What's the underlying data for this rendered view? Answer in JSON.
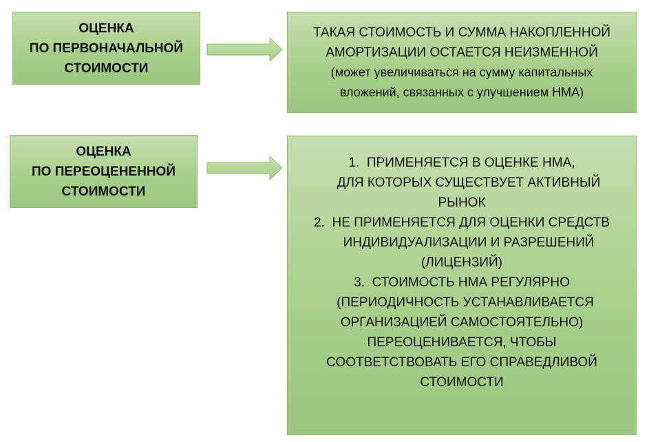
{
  "left_boxes": [
    {
      "lines": [
        "ОЦЕНКА",
        "ПО ПЕРВОНАЧАЛЬНОЙ",
        "СТОИМОСТИ"
      ]
    },
    {
      "lines": [
        "ОЦЕНКА",
        "ПО ПЕРЕОЦЕНЕННОЙ",
        "СТОИМОСТИ"
      ]
    }
  ],
  "right_box_1": {
    "lines": [
      "ТАКАЯ СТОИМОСТЬ И СУММА НАКОПЛЕННОЙ",
      "АМОРТИЗАЦИИ ОСТАЕТСЯ НЕИЗМЕННОЙ"
    ],
    "sub_lines": [
      "(может увеличиваться на сумму капитальных",
      "вложений, связанных с улучшением НМА)"
    ]
  },
  "right_box_2": {
    "items": [
      {
        "number": "1.",
        "lines": [
          "ПРИМЕНЯЕТСЯ В ОЦЕНКЕ НМА,",
          "ДЛЯ КОТОРЫХ СУЩЕСТВУЕТ АКТИВНЫЙ",
          "РЫНОК"
        ]
      },
      {
        "number": "2.",
        "lines": [
          "НЕ ПРИМЕНЯЕТСЯ ДЛЯ ОЦЕНКИ СРЕДСТВ",
          "ИНДИВИДУАЛИЗАЦИИ И РАЗРЕШЕНИЙ",
          "(ЛИЦЕНЗИЙ)"
        ]
      },
      {
        "number": "3.",
        "lines": [
          "СТОИМОСТЬ НМА РЕГУЛЯРНО",
          "(ПЕРИОДИЧНОСТЬ УСТАНАВЛИВАЕТСЯ",
          "ОРГАНИЗАЦИЕЙ САМОСТОЯТЕЛЬНО)",
          "ПЕРЕОЦЕНИВАЕТСЯ, ЧТОБЫ",
          "СООТВЕТСТВОВАТЬ ЕГО СПРАВЕДЛИВОЙ",
          "СТОИМОСТИ"
        ]
      }
    ]
  },
  "colors": {
    "box_fill": "#a8d08c",
    "box_border": "#8fbf6c",
    "arrow_fill": "#b5d99c"
  }
}
